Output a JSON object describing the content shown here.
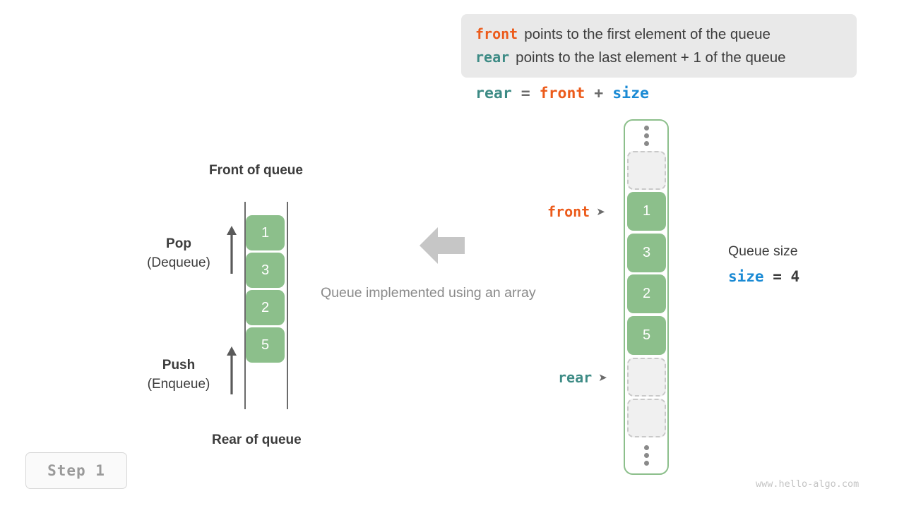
{
  "note": {
    "lines": [
      {
        "keyword": "front",
        "keyword_color": "#ec5b1b",
        "text": "points to the first element of the queue"
      },
      {
        "keyword": "rear",
        "keyword_color": "#3d8b85",
        "text": "points to the last element + 1 of the queue"
      }
    ],
    "background": "#e9e9e9"
  },
  "formula": {
    "rear": "rear",
    "eq": " = ",
    "front": "front",
    "plus": " + ",
    "size": "size"
  },
  "left_queue": {
    "top_title": "Front of queue",
    "bottom_title": "Rear of queue",
    "cells": [
      "1",
      "3",
      "2",
      "5"
    ],
    "cell_color": "#8cbf8b",
    "pop": {
      "name": "Pop",
      "sub": "(Dequeue)"
    },
    "push": {
      "name": "Push",
      "sub": "(Enqueue)"
    }
  },
  "middle": {
    "caption": "Queue implemented using an array",
    "arrow_color": "#c6c6c6"
  },
  "array": {
    "border_color": "#8cbf8b",
    "slots": [
      {
        "type": "empty",
        "value": ""
      },
      {
        "type": "filled",
        "value": "1"
      },
      {
        "type": "filled",
        "value": "3"
      },
      {
        "type": "filled",
        "value": "2"
      },
      {
        "type": "filled",
        "value": "5"
      },
      {
        "type": "empty",
        "value": ""
      },
      {
        "type": "empty",
        "value": ""
      }
    ],
    "pointers": {
      "front": {
        "label": "front",
        "color": "#ec5b1b",
        "arrow": "➤"
      },
      "rear": {
        "label": "rear",
        "color": "#3d8b85",
        "arrow": "➤"
      }
    }
  },
  "size_info": {
    "label": "Queue size",
    "name": "size",
    "expr": " = 4",
    "name_color": "#1a8ad4"
  },
  "footer": {
    "step": "Step 1",
    "watermark": "www.hello-algo.com"
  }
}
